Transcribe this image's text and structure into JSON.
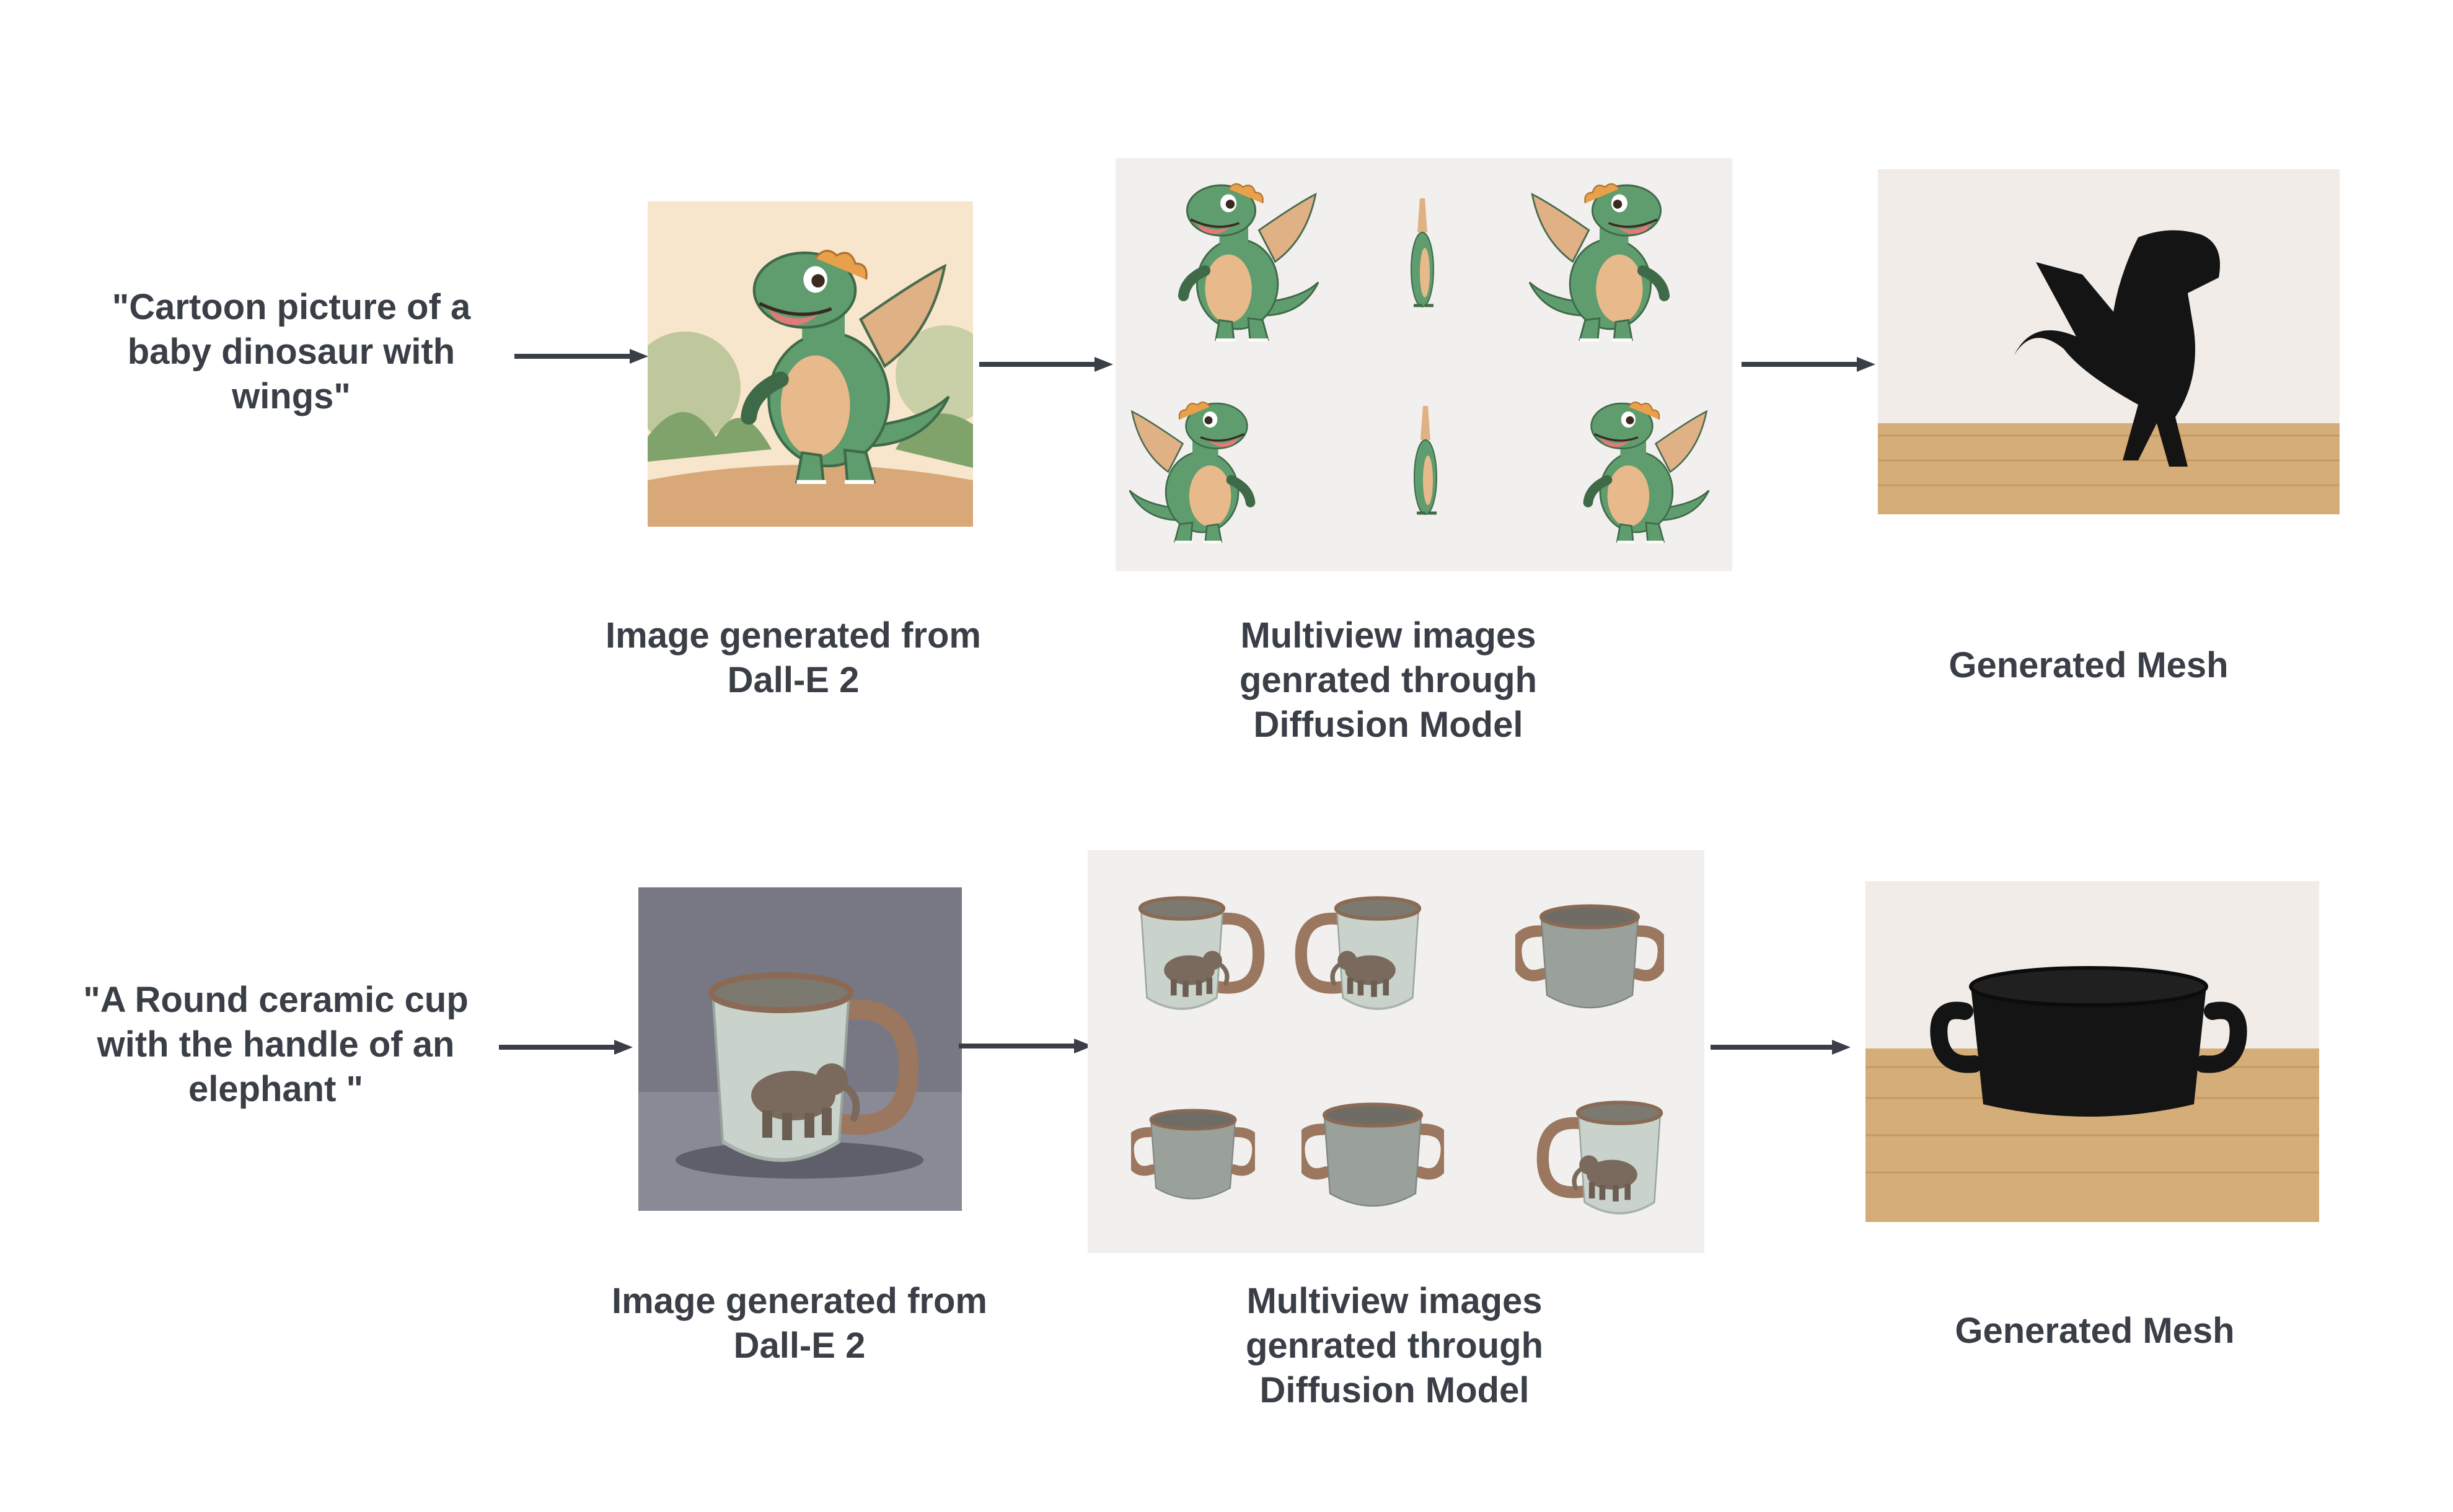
{
  "rows": [
    {
      "prompt": "\"Cartoon picture of a baby dinosaur with wings\"",
      "dalle_caption": "Image generated from Dall-E 2",
      "multiview_caption": "Multiview images genrated through Diffusion Model",
      "mesh_caption": "Generated Mesh"
    },
    {
      "prompt": "\"A Round ceramic cup with the handle of an elephant \"",
      "dalle_caption": "Image generated from Dall-E 2",
      "multiview_caption": "Multiview images genrated through Diffusion Model",
      "mesh_caption": "Generated Mesh"
    }
  ],
  "colors": {
    "text": "#3a3e46",
    "arrow": "#3a3e46",
    "dino_green": "#5f9c6e",
    "dino_belly": "#e8b98a",
    "cup_glaze": "#c9d3cc",
    "cup_brown": "#8a6a55",
    "mesh_black": "#141414",
    "wood": "#d4ad78",
    "wall": "#f1ece8"
  }
}
